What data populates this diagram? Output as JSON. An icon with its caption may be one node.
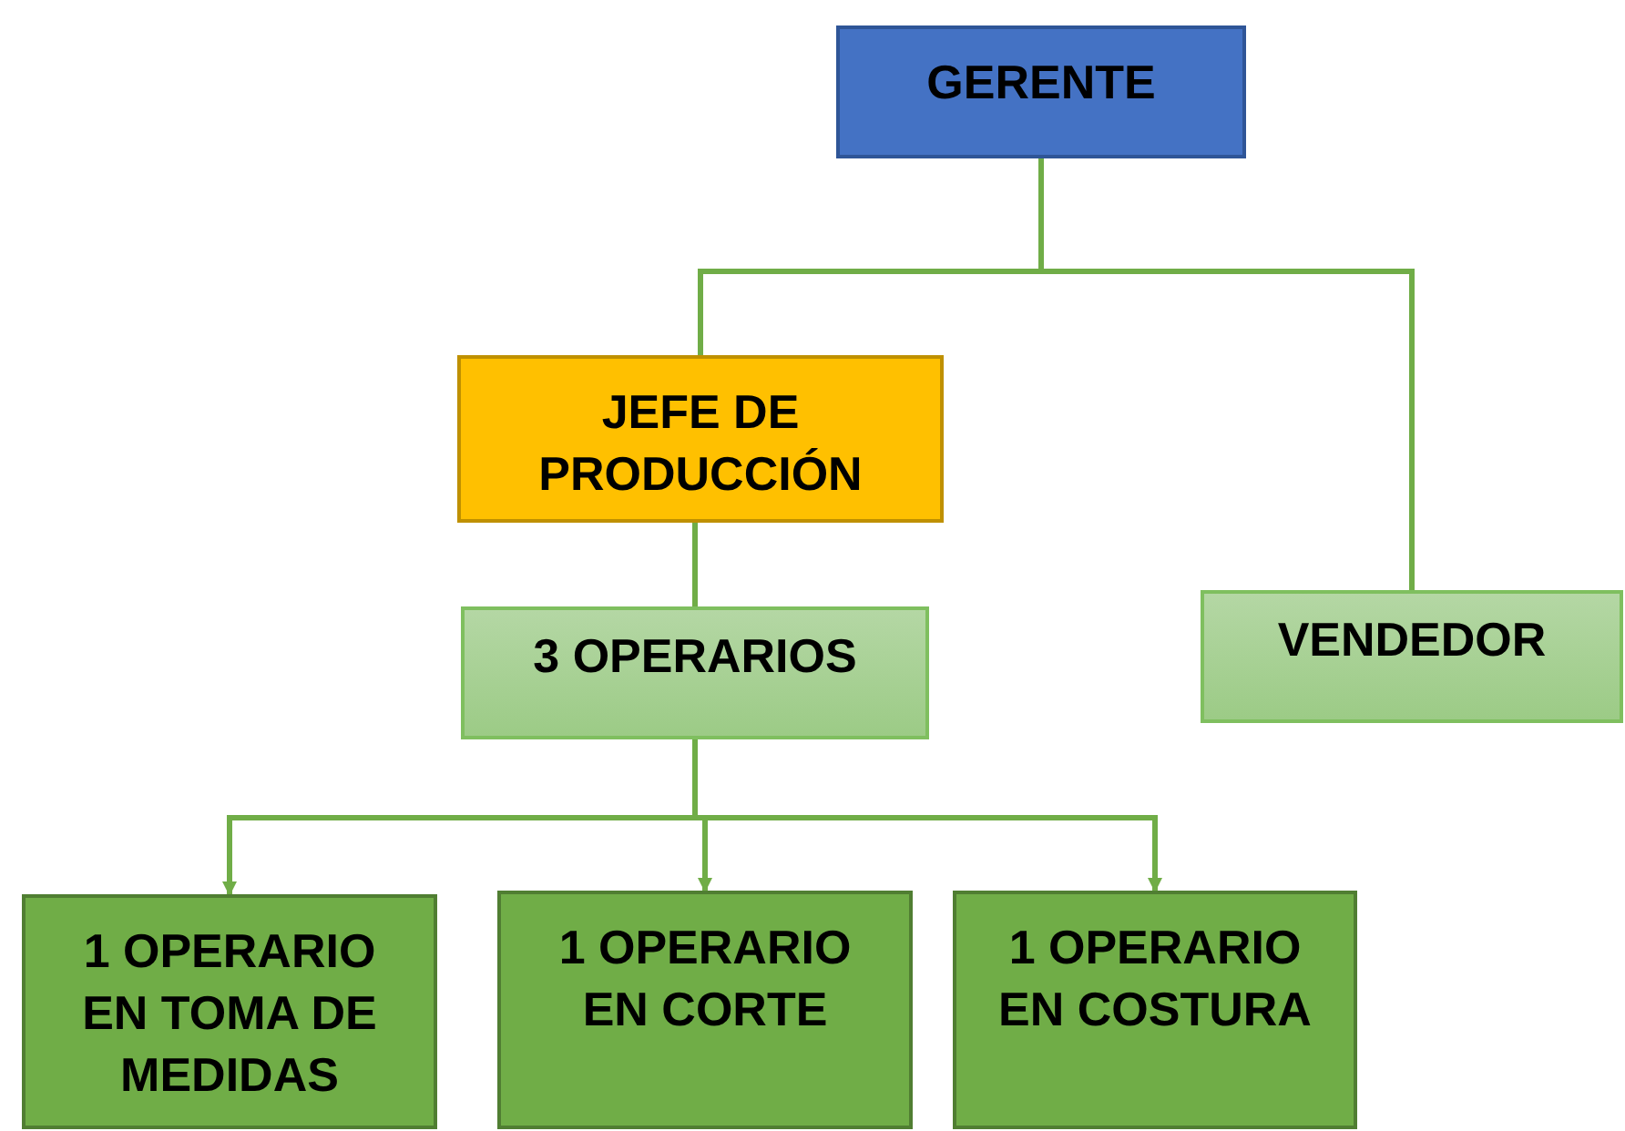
{
  "diagram": {
    "nodes": [
      {
        "text": [
          "GERENTE"
        ]
      },
      {
        "text": [
          "JEFE DE PRODUCCIÓN"
        ]
      },
      {
        "text": [
          "3 OPERARIOS"
        ]
      },
      {
        "text": [
          "VENDEDOR"
        ]
      },
      {
        "text": [
          "1 OPERARIO EN TOMA DE MEDIDAS"
        ]
      },
      {
        "text": [
          "1 OPERARIO EN CORTE"
        ]
      },
      {
        "text": [
          "1 OPERARIO EN COSTURA"
        ]
      }
    ],
    "edges": [
      {
        "from": 0,
        "to": 1,
        "arrow": "none"
      },
      {
        "from": 0,
        "to": 3,
        "arrow": "none"
      },
      {
        "from": 1,
        "to": 2,
        "arrow": "none"
      },
      {
        "from": 2,
        "to": 4,
        "arrow": "to"
      },
      {
        "from": 2,
        "to": 5,
        "arrow": "to"
      },
      {
        "from": 2,
        "to": 6,
        "arrow": "to"
      }
    ]
  }
}
